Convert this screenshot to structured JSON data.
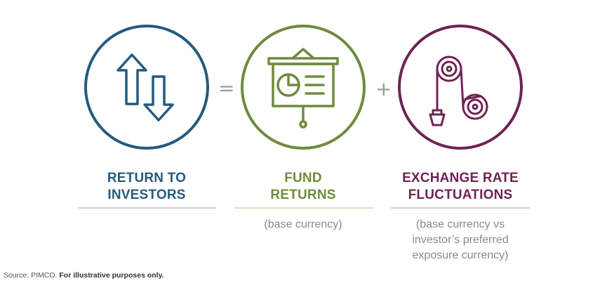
{
  "columns": [
    {
      "title_line1": "RETURN TO",
      "title_line2": "INVESTORS",
      "subtext_lines": [],
      "icon": "up-down-arrows-icon",
      "color": "#245a7e",
      "underline_color": "#c5d3dc"
    },
    {
      "title_line1": "FUND",
      "title_line2": "RETURNS",
      "subtext_lines": [
        "(base currency)"
      ],
      "icon": "presentation-board-icon",
      "color": "#6e8b3d",
      "underline_color": "#d7e0c9"
    },
    {
      "title_line1": "EXCHANGE RATE",
      "title_line2": "FLUCTUATIONS",
      "subtext_lines": [
        "(base currency vs",
        "investor’s preferred",
        "exposure currency)"
      ],
      "icon": "pulley-weight-icon",
      "color": "#6e2355",
      "underline_color": "#ddc8d5"
    }
  ],
  "operators": {
    "equals": "=",
    "plus": "+"
  },
  "source": {
    "prefix": "Source: PIMCO.",
    "emphasis": "For illustrative purposes only."
  }
}
